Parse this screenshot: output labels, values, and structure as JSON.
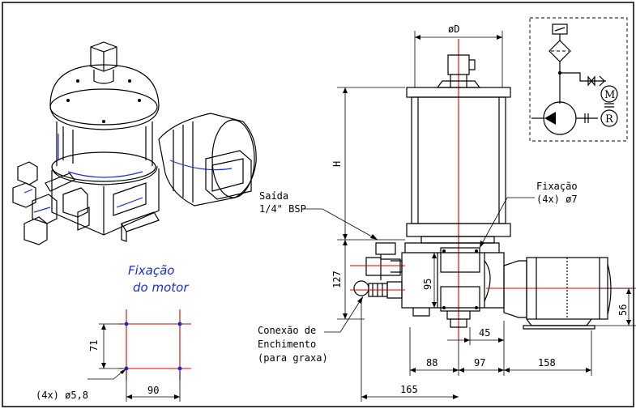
{
  "labels": {
    "saida": "Saída",
    "saida_bsp": "1/4\" BSP",
    "fixacao": "Fixação",
    "fixacao_4x": "(4x) ø7",
    "conexao_1": "Conexão de",
    "conexao_2": "Enchimento",
    "conexao_3": "(para graxa)",
    "motor_title_1": "Fixação",
    "motor_title_2": "do motor",
    "motor_holes": "(4x) ø5,8"
  },
  "dimensions": {
    "diameter": "øD",
    "height": "H",
    "d127": "127",
    "d95": "95",
    "d88": "88",
    "d45": "45",
    "d97": "97",
    "d158": "158",
    "d165": "165",
    "d56": "56",
    "d71": "71",
    "d90": "90"
  },
  "schematic": {
    "motor": "M",
    "reducer": "R"
  },
  "colors": {
    "line": "#000000",
    "centerline": "#e00000",
    "accent": "#1a2fd0"
  }
}
